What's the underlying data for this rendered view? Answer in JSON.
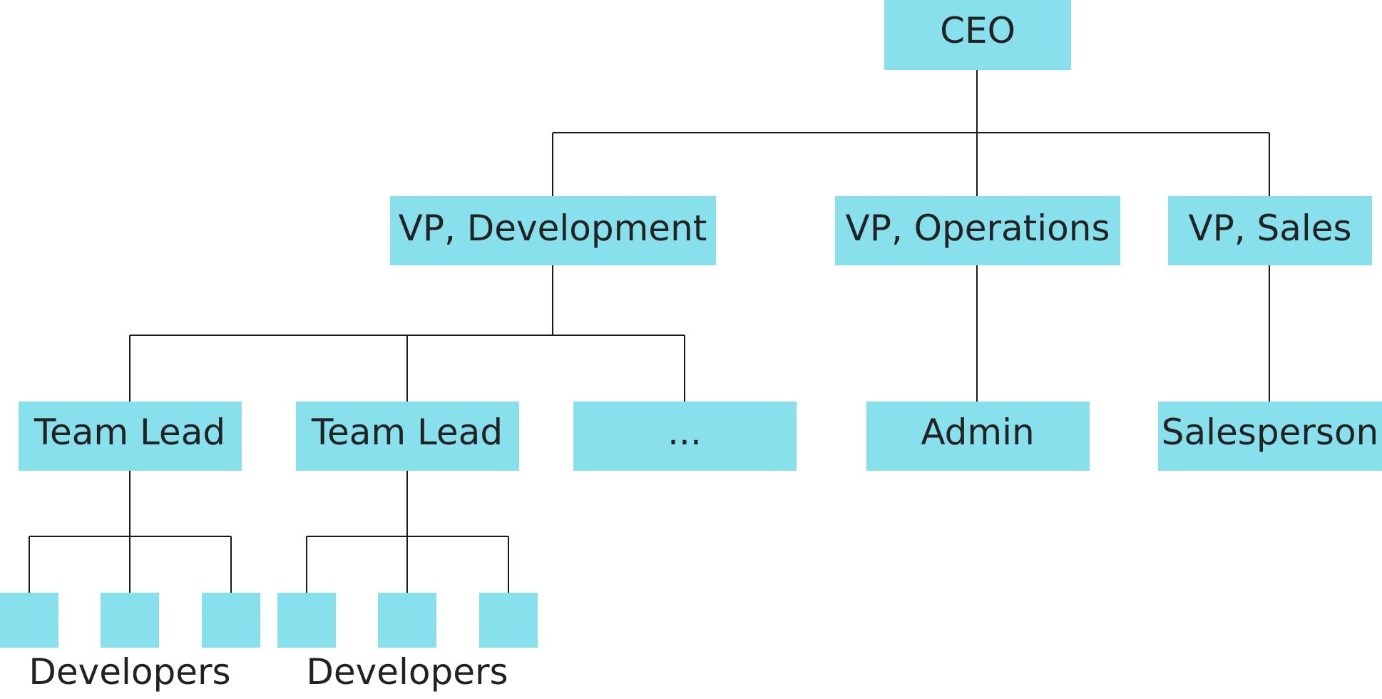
{
  "colors": {
    "box_fill": "#87E0EC",
    "line": "#1a1a1a",
    "text": "#222222",
    "background": "#FFFFFF"
  },
  "nodes": {
    "ceo": "CEO",
    "vp_development": "VP, Development",
    "vp_operations": "VP, Operations",
    "vp_sales": "VP, Sales",
    "team_lead_1": "Team Lead",
    "team_lead_2": "Team Lead",
    "placeholder": "...",
    "admin": "Admin",
    "salesperson": "Salesperson"
  },
  "captions": {
    "developers_1": "Developers",
    "developers_2": "Developers"
  }
}
